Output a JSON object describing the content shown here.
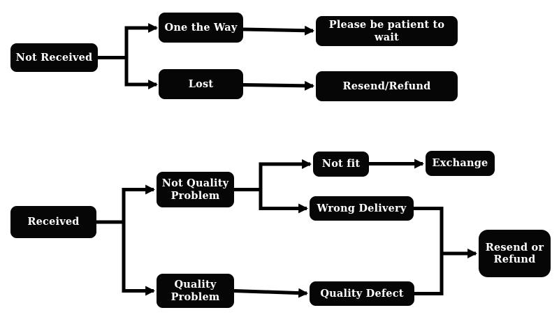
{
  "colors": {
    "background": "#ffffff",
    "node-fill": "#060606",
    "node-text": "#ffffff",
    "connector": "#000000"
  },
  "flowchart": {
    "not_received_branch": {
      "not_received": "Not Received",
      "one_the_way": "One the Way",
      "please_be_patient": "Please be patient to wait",
      "lost": "Lost",
      "resend_refund": "Resend/Refund"
    },
    "received_branch": {
      "received": "Received",
      "not_quality_problem": "Not Quality\nProblem",
      "not_fit": "Not fit",
      "exchange": "Exchange",
      "wrong_delivery": "Wrong Delivery",
      "quality_problem": "Quality\nProblem",
      "quality_defect": "Quality Defect",
      "resend_or_refund": "Resend or\nRefund"
    }
  }
}
